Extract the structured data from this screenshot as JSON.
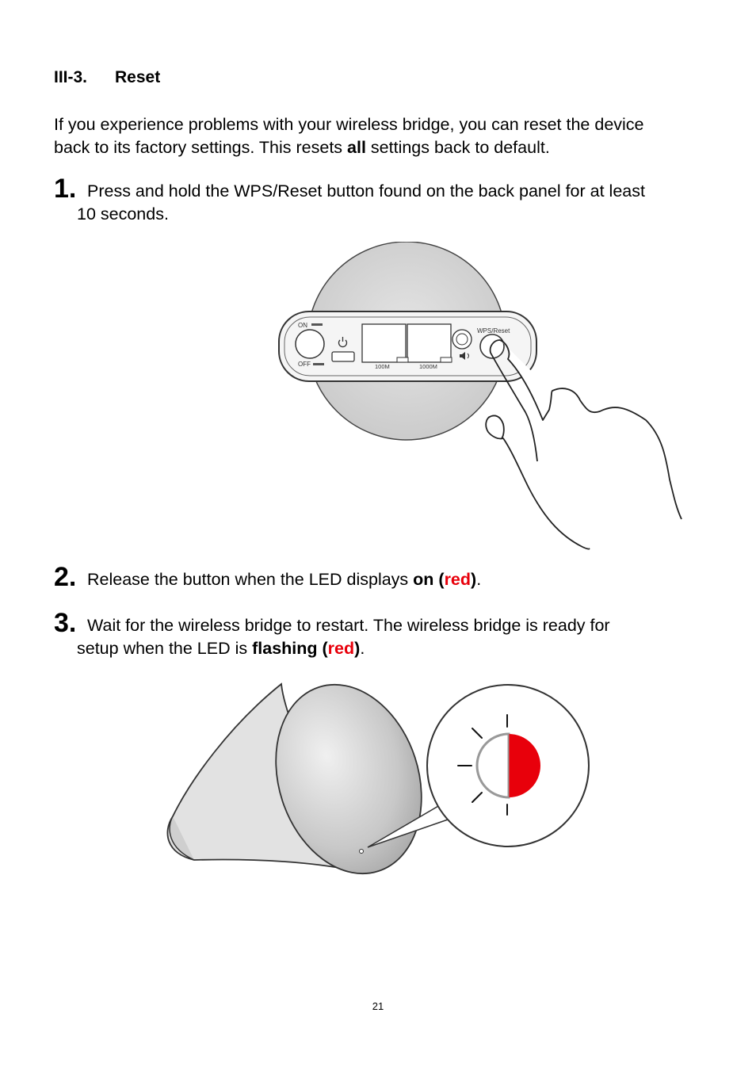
{
  "heading": {
    "section": "III-3.",
    "title": "Reset"
  },
  "intro": {
    "line1": "If you experience problems with your wireless bridge, you can reset the device",
    "line2_pre": "back to its factory settings. This resets ",
    "line2_bold": "all",
    "line2_post": " settings back to default."
  },
  "steps": [
    {
      "number": "1.",
      "line1": "Press and hold the WPS/Reset button found on the back panel for at least",
      "line2": "10 seconds."
    },
    {
      "number": "2.",
      "pre": "Release the button when the LED displays ",
      "bold1": "on (",
      "red": "red",
      "bold2": ")",
      "post": "."
    },
    {
      "number": "3.",
      "line1": "Wait for the wireless bridge to restart. The wireless bridge is ready for",
      "pre": "setup when the LED is ",
      "bold1": "flashing (",
      "red": "red",
      "bold2": ")",
      "post": "."
    }
  ],
  "figure1": {
    "labels": {
      "on": "ON",
      "off": "OFF",
      "wps_reset": "WPS/Reset",
      "port1": "100M",
      "port2": "1000M"
    }
  },
  "figure2": {
    "led_color": "#e8000b"
  },
  "page_number": "21"
}
